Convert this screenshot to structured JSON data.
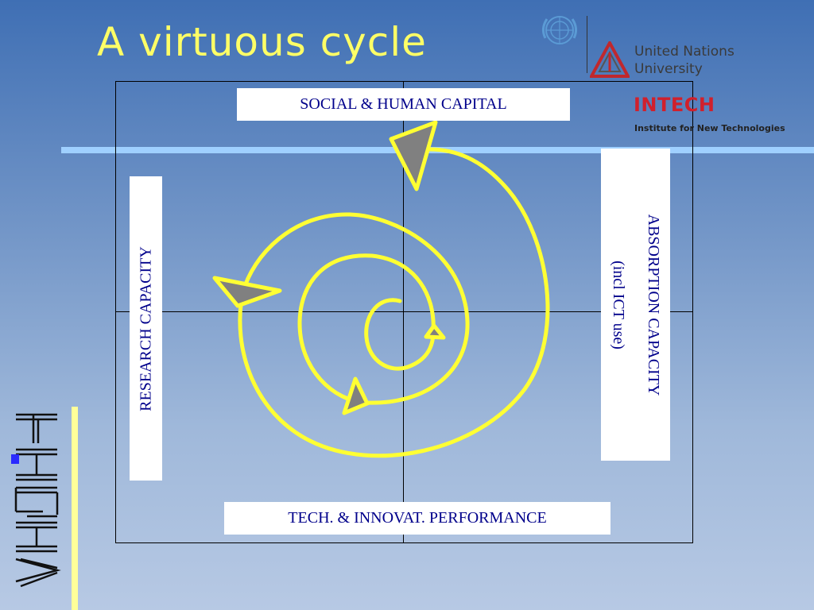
{
  "slide": {
    "title": "A virtuous cycle"
  },
  "diagram": {
    "top_label": "SOCIAL & HUMAN CAPITAL",
    "bottom_label": "TECH. & INNOVAT. PERFORMANCE",
    "left_label": "RESEARCH CAPACITY",
    "right_label_line1": "ABSORPTION CAPACITY",
    "right_label_line2": "(incl ICT use)"
  },
  "logos": {
    "unu_line1": "United Nations",
    "unu_line2": "University",
    "intech": "INTECH",
    "intech_subtitle": "Institute for New Technologies",
    "merit": "MERIT"
  },
  "colors": {
    "spiral": "#ffff33",
    "arrowhead_fill": "#808080",
    "label_text": "#00008b",
    "title": "#ffff66",
    "intech_red": "#d0202c"
  }
}
